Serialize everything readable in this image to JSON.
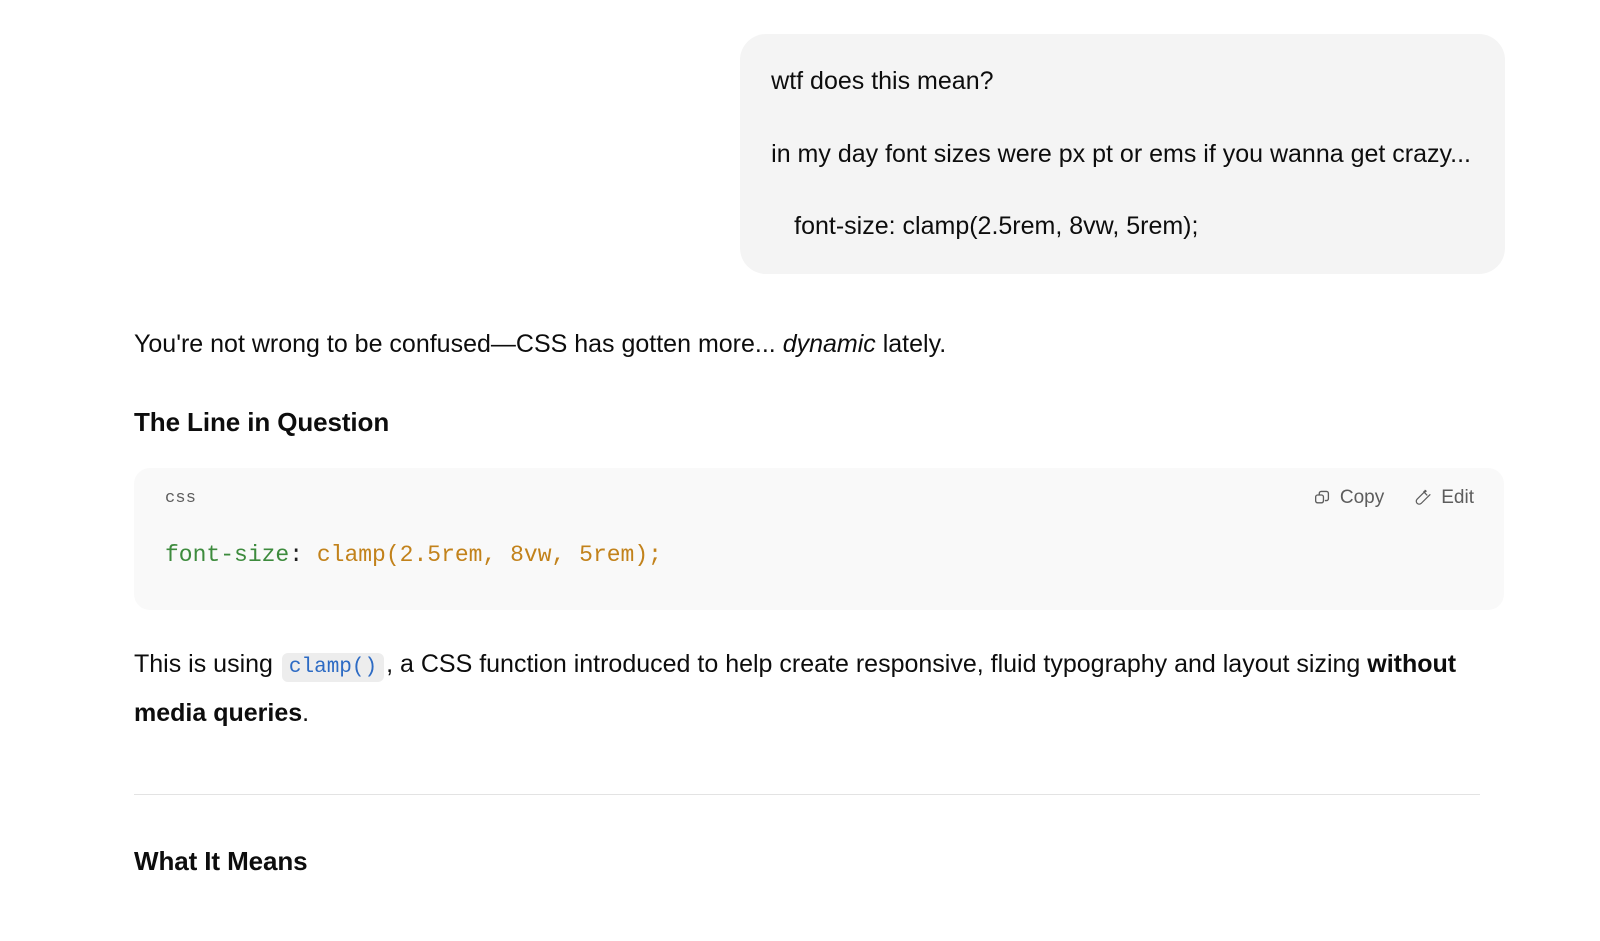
{
  "user_message": {
    "lines": [
      "wtf does this mean?",
      "in my day font sizes were px pt or ems if you wanna get crazy...",
      "font-size: clamp(2.5rem, 8vw, 5rem);"
    ]
  },
  "assistant_message": {
    "intro": {
      "before_em": "You're not wrong to be confused—CSS has gotten more... ",
      "em": "dynamic",
      "after_em": " lately."
    },
    "heading": "The Line in Question",
    "code_block": {
      "language": "css",
      "copy_label": "Copy",
      "edit_label": "Edit",
      "tokens": {
        "property": "font-size",
        "colon": ": ",
        "function": "clamp",
        "open_paren": "(",
        "arg1": "2.5rem",
        "comma1": ", ",
        "arg2": "8vw",
        "comma2": ", ",
        "arg3": "5rem",
        "close": ");"
      },
      "plain_text": "font-size: clamp(2.5rem, 8vw, 5rem);"
    },
    "body_paragraph": {
      "part1": "This is using ",
      "inline_code": "clamp()",
      "part2": ", a CSS function introduced to help create responsive, fluid typography and layout sizing ",
      "bold": "without media queries",
      "part3": "."
    },
    "bottom_heading": "What It Means"
  },
  "colors": {
    "user_bubble_bg": "#f4f4f4",
    "code_block_bg": "#f9f9f9",
    "inline_code_bg": "#ededed",
    "inline_code_text": "#2d6bc4",
    "syntax_property": "#3d8b3d",
    "syntax_value": "#c2821b",
    "text": "#0d0d0d",
    "muted_text": "#5d5d5d",
    "divider": "#e3e3e3",
    "page_bg": "#ffffff"
  },
  "icons": {
    "copy": "copy-icon",
    "edit": "edit-pen-sparkle-icon"
  }
}
